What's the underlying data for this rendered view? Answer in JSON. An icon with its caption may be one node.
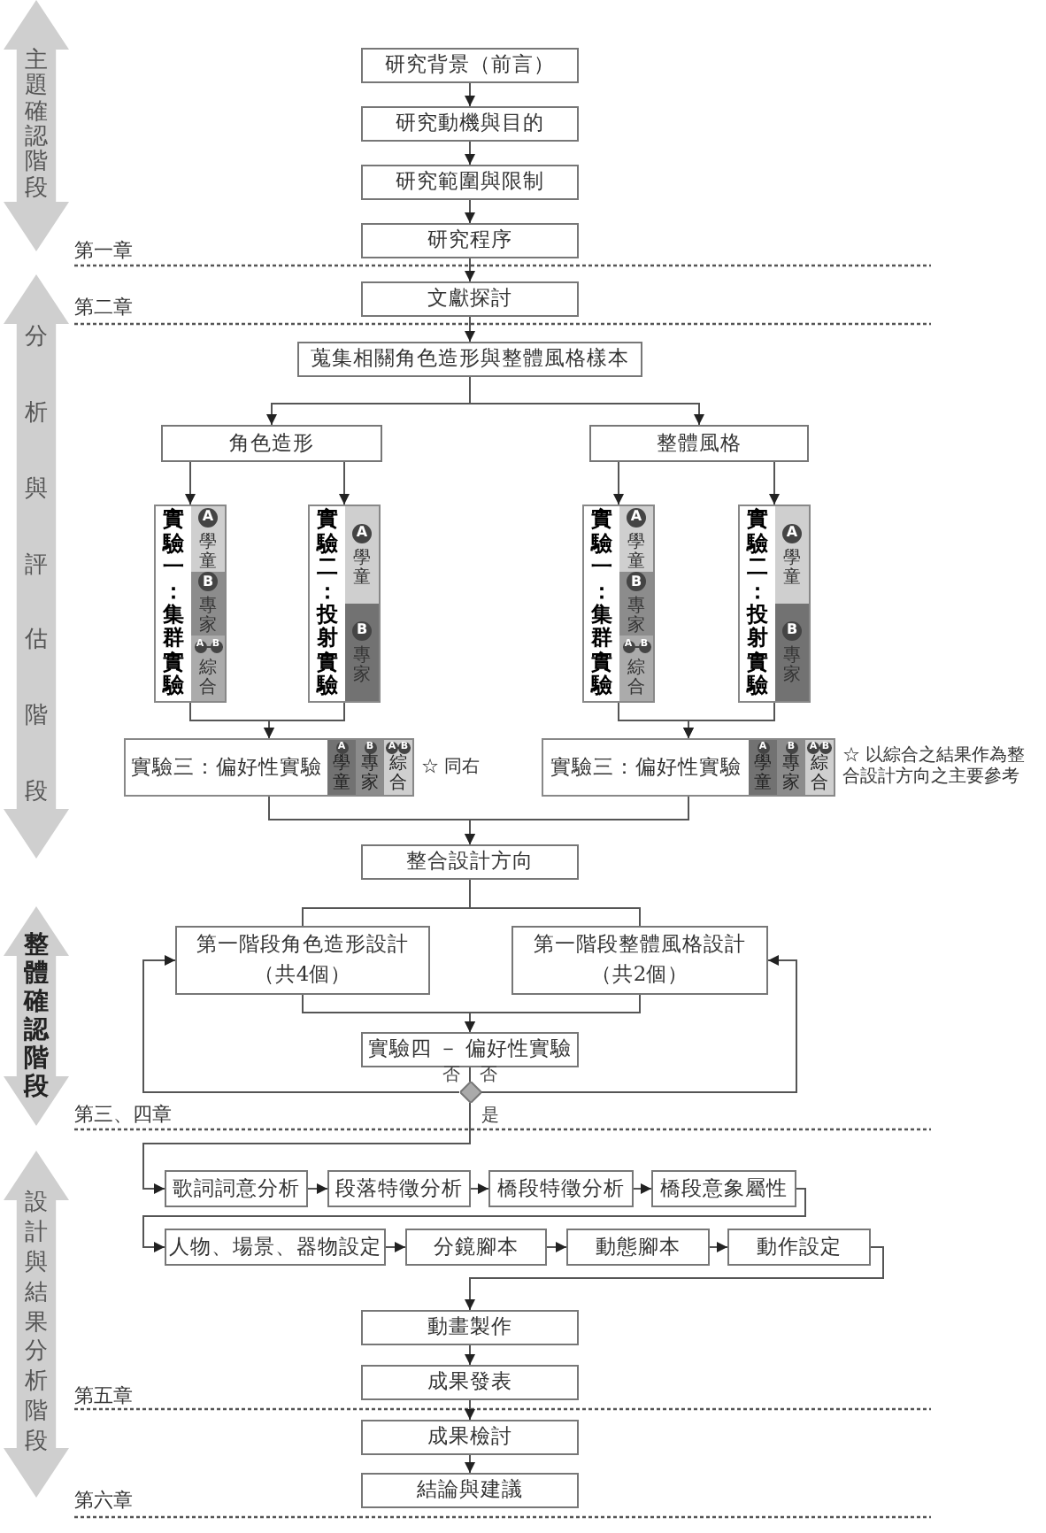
{
  "diagram": {
    "nodes": [
      {
        "text": [
          "主題確認階段"
        ]
      },
      {
        "text": [
          "研究背景（前言）"
        ]
      },
      {
        "text": [
          "研究動機與目的"
        ]
      },
      {
        "text": [
          "研究範圍與限制"
        ]
      },
      {
        "text": [
          "研究程序"
        ]
      },
      {
        "text": [
          "分析與評估階段"
        ]
      },
      {
        "text": [
          "文獻探討"
        ]
      },
      {
        "text": [
          "蒐集相關角色造形與整體風格樣本"
        ]
      },
      {
        "text": [
          "角色造形"
        ]
      },
      {
        "text": [
          "整體風格"
        ]
      },
      {
        "text": [
          "實驗一：集群實驗"
        ]
      },
      {
        "text": [
          "A",
          "學童"
        ],
        "in": 10
      },
      {
        "text": [
          "B",
          "專家"
        ],
        "in": 10
      },
      {
        "text": [
          "A",
          "B",
          "綜合"
        ],
        "in": 10
      },
      {
        "text": [
          "實驗二：投射實驗"
        ]
      },
      {
        "text": [
          "A",
          "學童"
        ],
        "in": 14
      },
      {
        "text": [
          "B",
          "專家"
        ],
        "in": 14
      },
      {
        "text": [
          "實驗一：集群實驗"
        ]
      },
      {
        "text": [
          "A",
          "學童"
        ],
        "in": 17
      },
      {
        "text": [
          "B",
          "專家"
        ],
        "in": 17
      },
      {
        "text": [
          "A",
          "B",
          "綜合"
        ],
        "in": 17
      },
      {
        "text": [
          "實驗二：投射實驗"
        ]
      },
      {
        "text": [
          "A",
          "學童"
        ],
        "in": 21
      },
      {
        "text": [
          "B",
          "專家"
        ],
        "in": 21
      },
      {
        "text": [
          "實驗三：偏好性實驗"
        ],
        "beside": [
          "☆ 同右"
        ]
      },
      {
        "text": [
          "A",
          "學童"
        ],
        "in": 24
      },
      {
        "text": [
          "B",
          "專家"
        ],
        "in": 24
      },
      {
        "text": [
          "A",
          "B",
          "綜合"
        ],
        "in": 24
      },
      {
        "text": [
          "實驗三：偏好性實驗"
        ],
        "beside": [
          "☆ 以綜合之結果作為整合設計方向之主要參考"
        ]
      },
      {
        "text": [
          "A",
          "學童"
        ],
        "in": 28
      },
      {
        "text": [
          "B",
          "專家"
        ],
        "in": 28
      },
      {
        "text": [
          "A",
          "B",
          "綜合"
        ],
        "in": 28
      },
      {
        "text": [
          "整合設計方向"
        ]
      },
      {
        "text": [
          "整體確認階段"
        ]
      },
      {
        "text": [
          "第一階段角色造形設計",
          "（共4個）"
        ]
      },
      {
        "text": [
          "第一階段整體風格設計",
          "（共2個）"
        ]
      },
      {
        "text": [
          "實驗四 － 偏好性實驗"
        ]
      },
      {
        "text": [],
        "shape": "diamond"
      },
      {
        "text": [
          "設計與結果分析階段"
        ]
      },
      {
        "text": [
          "歌詞詞意分析"
        ]
      },
      {
        "text": [
          "段落特徵分析"
        ]
      },
      {
        "text": [
          "橋段特徵分析"
        ]
      },
      {
        "text": [
          "橋段意象屬性"
        ]
      },
      {
        "text": [
          "人物、場景、器物設定"
        ]
      },
      {
        "text": [
          "分鏡腳本"
        ]
      },
      {
        "text": [
          "動態腳本"
        ]
      },
      {
        "text": [
          "動作設定"
        ]
      },
      {
        "text": [
          "動畫製作"
        ]
      },
      {
        "text": [
          "成果發表"
        ]
      },
      {
        "text": [
          "成果檢討"
        ]
      },
      {
        "text": [
          "結論與建議"
        ]
      }
    ],
    "edges": [
      {
        "from": 1,
        "to": 2,
        "arrow": "to"
      },
      {
        "from": 2,
        "to": 3,
        "arrow": "to"
      },
      {
        "from": 3,
        "to": 4,
        "arrow": "to"
      },
      {
        "from": 4,
        "to": 6,
        "arrow": "to"
      },
      {
        "from": 6,
        "to": 7,
        "arrow": "to"
      },
      {
        "from": 7,
        "to": 8,
        "arrow": "to"
      },
      {
        "from": 7,
        "to": 9,
        "arrow": "to"
      },
      {
        "from": 8,
        "to": 10,
        "arrow": "to"
      },
      {
        "from": 8,
        "to": 14,
        "arrow": "to"
      },
      {
        "from": 9,
        "to": 17,
        "arrow": "to"
      },
      {
        "from": 9,
        "to": 21,
        "arrow": "to"
      },
      {
        "from": 10,
        "to": 24,
        "arrow": "to"
      },
      {
        "from": 14,
        "to": 24,
        "arrow": "to"
      },
      {
        "from": 17,
        "to": 28,
        "arrow": "to"
      },
      {
        "from": 21,
        "to": 28,
        "arrow": "to"
      },
      {
        "from": 24,
        "to": 32,
        "arrow": "to"
      },
      {
        "from": 28,
        "to": 32,
        "arrow": "to"
      },
      {
        "from": 32,
        "to": 34,
        "arrow": "none"
      },
      {
        "from": 32,
        "to": 35,
        "arrow": "none"
      },
      {
        "from": 34,
        "to": 36,
        "arrow": "to"
      },
      {
        "from": 35,
        "to": 36,
        "arrow": "to"
      },
      {
        "from": 36,
        "to": 37,
        "arrow": "none"
      },
      {
        "from": 37,
        "to": 34,
        "arrow": "to",
        "label": "否"
      },
      {
        "from": 37,
        "to": 35,
        "arrow": "to",
        "label": "否"
      },
      {
        "from": 37,
        "to": 39,
        "arrow": "to",
        "label": "是"
      },
      {
        "from": 39,
        "to": 40,
        "arrow": "to"
      },
      {
        "from": 40,
        "to": 41,
        "arrow": "to"
      },
      {
        "from": 41,
        "to": 42,
        "arrow": "to"
      },
      {
        "from": 42,
        "to": 43,
        "arrow": "to"
      },
      {
        "from": 43,
        "to": 44,
        "arrow": "to"
      },
      {
        "from": 44,
        "to": 45,
        "arrow": "to"
      },
      {
        "from": 45,
        "to": 46,
        "arrow": "to"
      },
      {
        "from": 46,
        "to": 47,
        "arrow": "to"
      },
      {
        "from": 47,
        "to": 48,
        "arrow": "to"
      },
      {
        "from": 48,
        "to": 49,
        "arrow": "to"
      },
      {
        "from": 49,
        "to": 50,
        "arrow": "to"
      }
    ],
    "labels": [
      "第一章",
      "第二章",
      "第三、四章",
      "第五章",
      "第六章"
    ]
  }
}
